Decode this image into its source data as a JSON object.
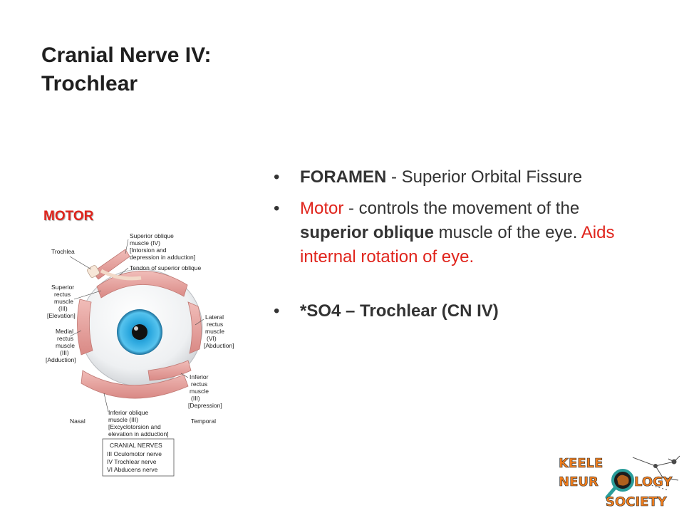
{
  "slide": {
    "title_line1": "Cranial Nerve IV:",
    "title_line2": "Trochlear",
    "motor_label": "MOTOR",
    "bullets": {
      "b1_bold": "FORAMEN",
      "b1_rest": " - Superior Orbital Fissure",
      "b2_motor": "Motor ",
      "b2_a": " - controls the movement of the ",
      "b2_bold": "superior oblique",
      "b2_b": " muscle of the eye. ",
      "b2_red": "Aids internal rotation of eye.",
      "b3": "*SO4 – Trochlear (CN IV)"
    }
  },
  "diagram": {
    "superior_oblique_l1": "Superior oblique",
    "superior_oblique_l2": "muscle (IV)",
    "superior_oblique_l3": "[Intorsion and",
    "superior_oblique_l4": "depression in adduction]",
    "tendon": "Tendon of superior oblique",
    "trochlea": "Trochlea",
    "superior_rectus_l1": "Superior",
    "superior_rectus_l2": "rectus",
    "superior_rectus_l3": "muscle",
    "superior_rectus_l4": "(III)",
    "superior_rectus_l5": "[Elevation]",
    "medial_rectus_l1": "Medial",
    "medial_rectus_l2": "rectus",
    "medial_rectus_l3": "muscle",
    "medial_rectus_l4": "(III)",
    "medial_rectus_l5": "[Adduction]",
    "lateral_rectus_l1": "Lateral",
    "lateral_rectus_l2": "rectus",
    "lateral_rectus_l3": "muscle",
    "lateral_rectus_l4": "(VI)",
    "lateral_rectus_l5": "[Abduction]",
    "inferior_rectus_l1": "Inferior",
    "inferior_rectus_l2": "rectus",
    "inferior_rectus_l3": "muscle",
    "inferior_rectus_l4": "(III)",
    "inferior_rectus_l5": "[Depression]",
    "inferior_oblique_l1": "Inferior oblique",
    "inferior_oblique_l2": "muscle (III)",
    "inferior_oblique_l3": "[Excyclotorsion and",
    "inferior_oblique_l4": "elevation in adduction]",
    "nasal": "Nasal",
    "temporal": "Temporal",
    "legend_title": "CRANIAL NERVES",
    "legend_iii": "III  Oculomotor nerve",
    "legend_iv": "IV  Trochlear nerve",
    "legend_vi": "VI  Abducens nerve"
  },
  "logo": {
    "keele": "KEELE",
    "neur": "NEUR",
    "logy": "LOGY",
    "society": "SOCIETY",
    "colors": {
      "orange": "#f07e1e",
      "teal": "#2a9d9a",
      "dark": "#2b2b2b"
    }
  },
  "colors": {
    "accent_red": "#e0241c",
    "text": "#333333",
    "muscle": "#e8a3a0",
    "iris": "#2aa7de"
  }
}
